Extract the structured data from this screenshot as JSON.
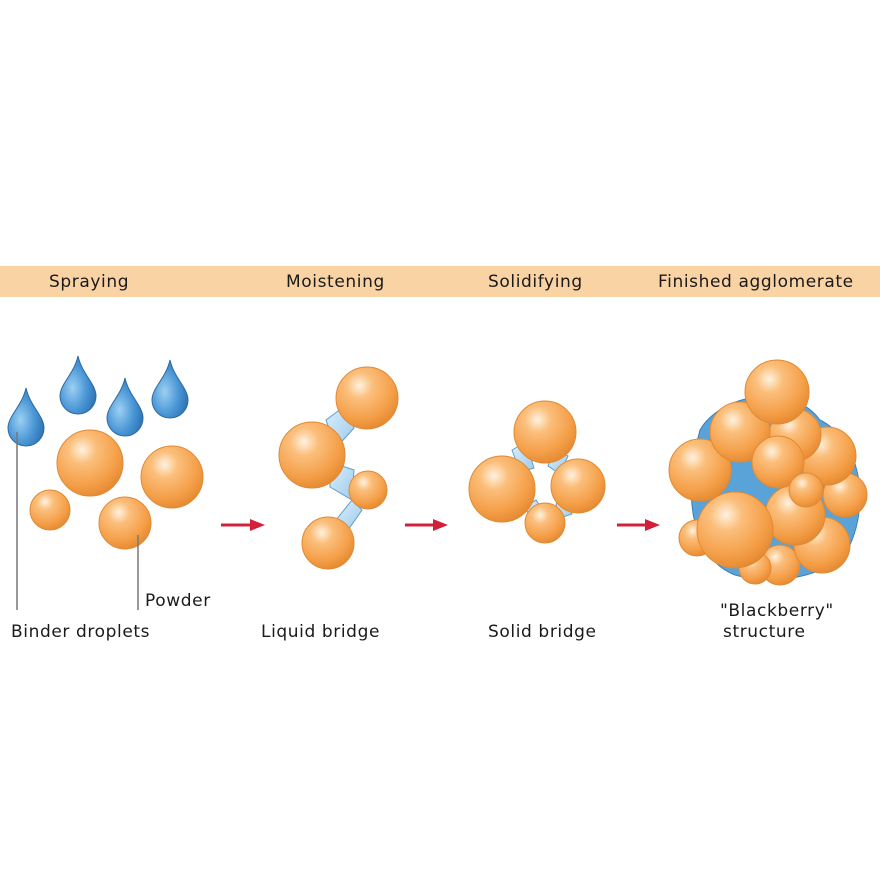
{
  "stages": [
    {
      "title": "Spraying"
    },
    {
      "title": "Moistening"
    },
    {
      "title": "Solidifying"
    },
    {
      "title": "Finished agglomerate"
    }
  ],
  "labels": {
    "binder_droplets": "Binder droplets",
    "powder": "Powder",
    "liquid_bridge": "Liquid bridge",
    "solid_bridge": "Solid bridge",
    "blackberry_line1": "\"Blackberry\"",
    "blackberry_line2": "structure"
  },
  "colors": {
    "header_band": "#f9d3a4",
    "particle": "#f7a24a",
    "droplet": "#3f8fd0",
    "bridge": "#a9d3ee",
    "arrow": "#d0203a"
  }
}
